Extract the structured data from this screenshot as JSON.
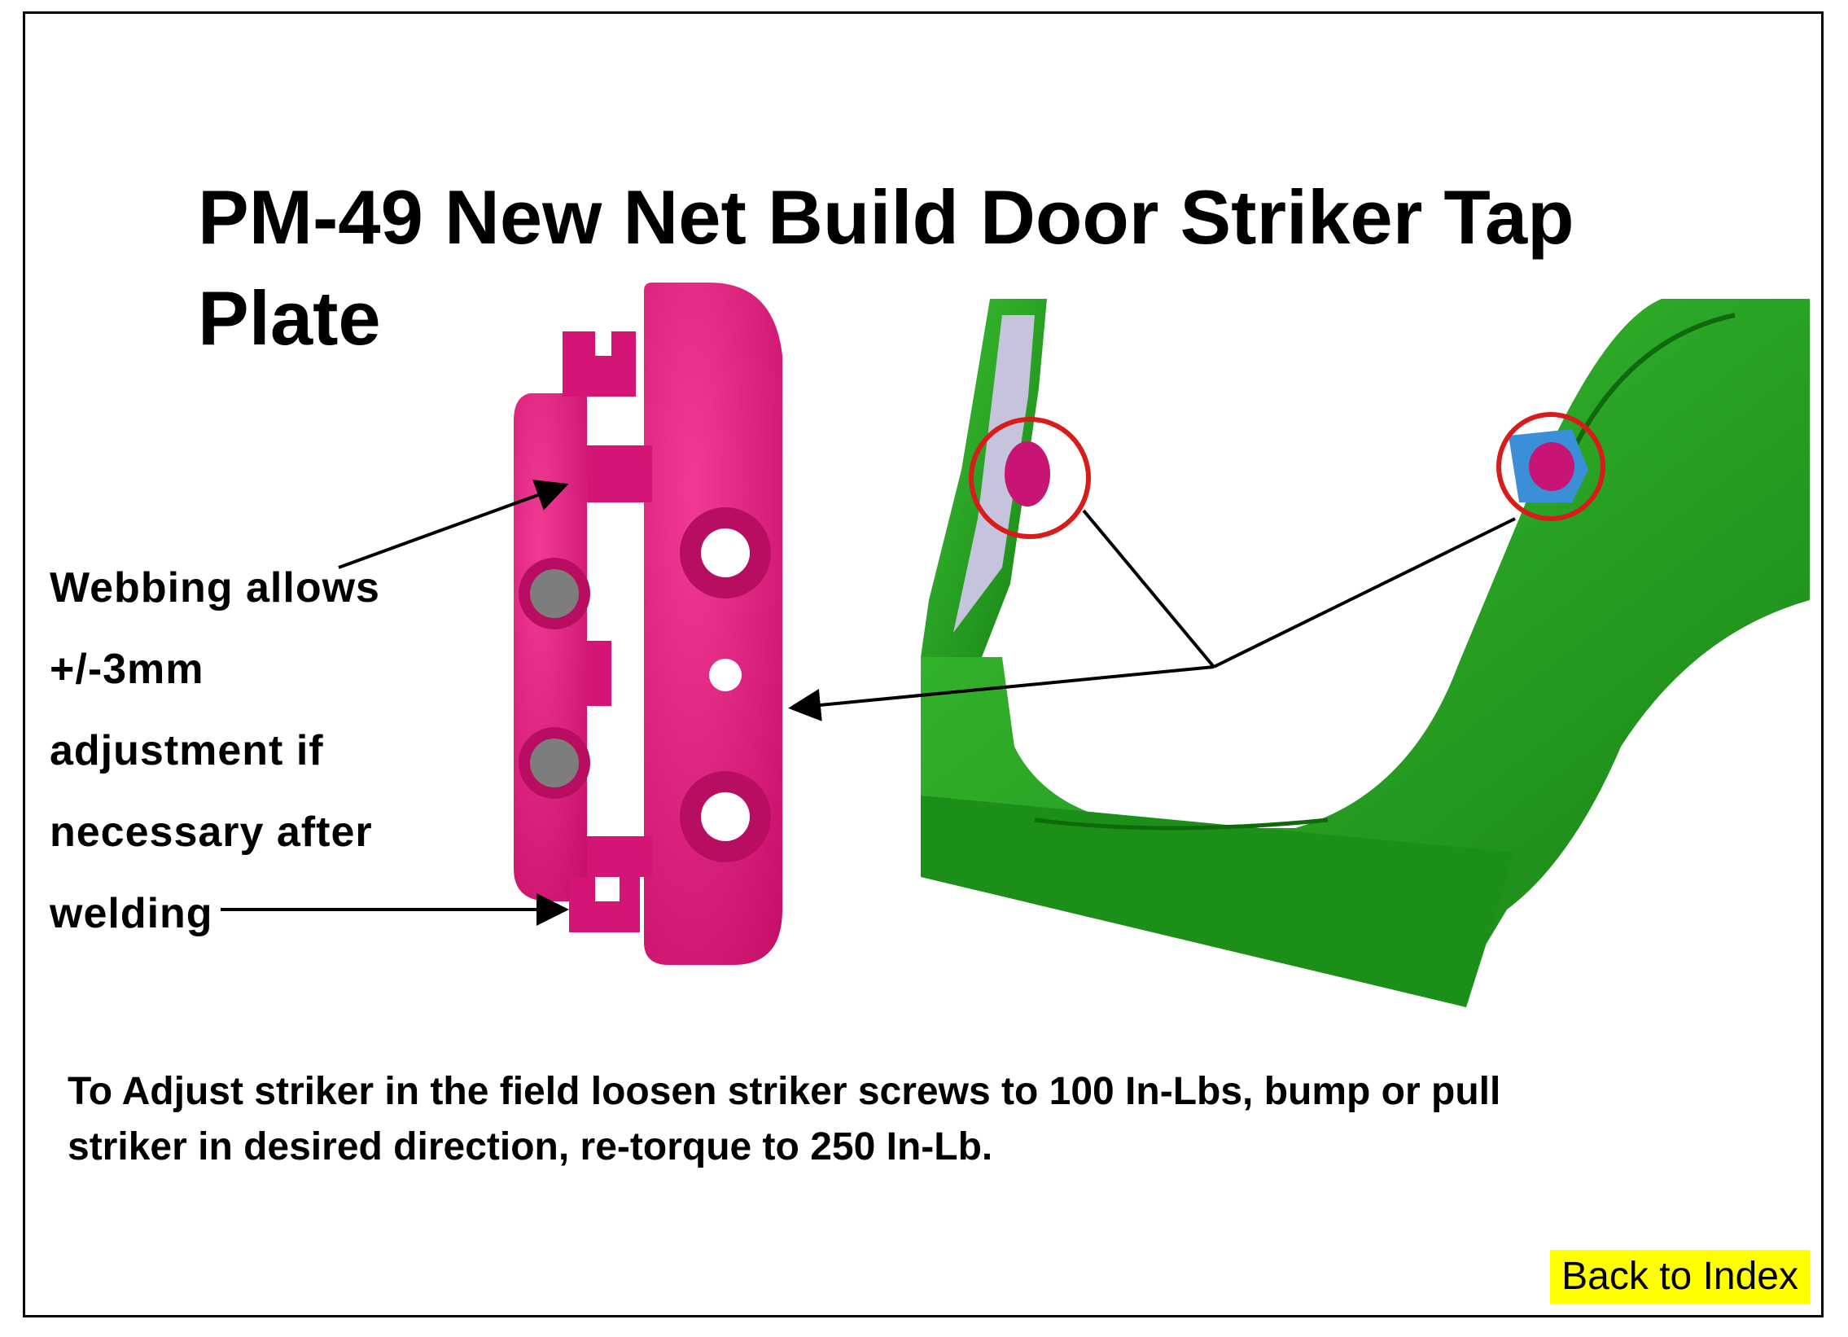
{
  "slide": {
    "title": "PM-49 New Net Build Door Striker Tap Plate",
    "note_lines": [
      "Webbing allows",
      "+/-3mm",
      "adjustment if",
      "necessary after",
      "welding"
    ],
    "instructions_line1": "To Adjust striker in the field loosen striker screws to 100 In-Lbs, bump or pull",
    "instructions_line2": "striker in desired direction, re-torque to 250 In-Lb.",
    "back_link": "Back to Index"
  },
  "colors": {
    "plate": "#e0187a",
    "body_green": "#22a21c",
    "highlight_circle": "#d81b1b",
    "back_link_bg": "#ffff00"
  }
}
